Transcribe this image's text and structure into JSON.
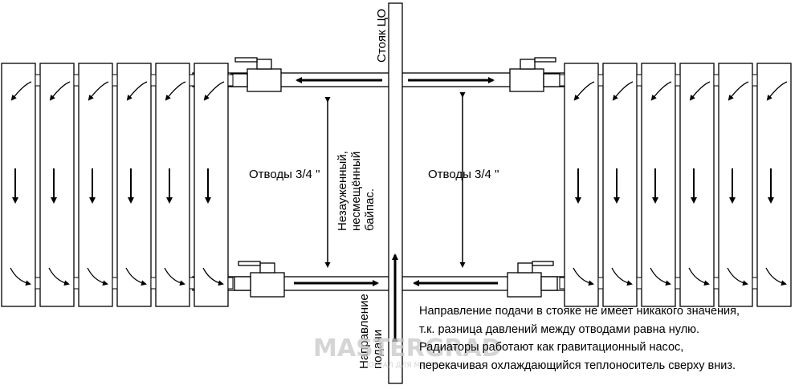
{
  "labels": {
    "riser": "Стояк ЦО",
    "branches_left": "Отводы 3/4 \"",
    "branches_right": "Отводы 3/4 \"",
    "bypass_line1": "Незауженный,",
    "bypass_line2": "несмещённый",
    "bypass_line3": "байпас.",
    "supply_line1": "Направление",
    "supply_line2": "подачи"
  },
  "note": {
    "lines": [
      "Направление подачи в стояке не имеет никакого значения,",
      "т.к. разница давлений между отводами равна нулю.",
      "Радиаторы работают как гравитационный насос,",
      "перекачивая охлаждающийся теплоноситель сверху вниз."
    ]
  },
  "watermark": {
    "main": "MASTERGRAD",
    "sub": "ПОРТАЛ ДЛЯ МАСТЕРОВ"
  },
  "radiators": {
    "left_sections": 6,
    "right_sections": 6
  }
}
